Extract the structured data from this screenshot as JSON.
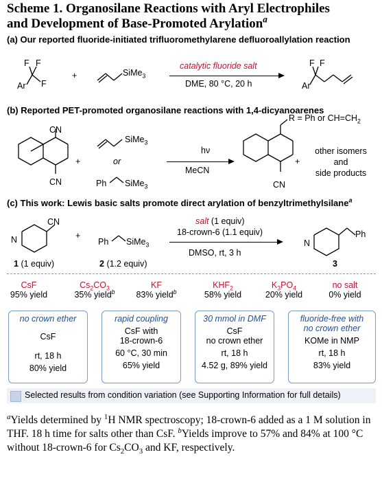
{
  "title": {
    "line1": "Scheme 1. Organosilane Reactions with Aryl Electrophiles",
    "line2_main": "and Development of Base-Promoted Arylation",
    "line2_sup": "a"
  },
  "section_a": {
    "heading": "(a) Our reported fluoride-initiated trifluoromethylarene defluoroallylation reaction",
    "reactant1": {
      "F1": "F",
      "F2": "F",
      "F3": "F",
      "Ar": "Ar"
    },
    "plus": "+",
    "reagent": "SiMe",
    "reagent_sub": "3",
    "arrow_top": "catalytic fluoride salt",
    "arrow_bottom": "DME, 80 °C, 20 h",
    "product": {
      "F1": "F",
      "F2": "F",
      "Ar": "Ar"
    }
  },
  "section_b": {
    "heading": "(b) Reported PET-promoted organosilane reactions with 1,4-dicyanoarenes",
    "cn_top": "CN",
    "cn_bottom": "CN",
    "plus1": "+",
    "allyl_silane": "SiMe",
    "allyl_silane_sub": "3",
    "or": "or",
    "benzyl_ph": "Ph",
    "benzyl_silane": "SiMe",
    "benzyl_silane_sub": "3",
    "arrow_top": "hν",
    "arrow_bottom": "MeCN",
    "r_label": "R = Ph or CH=CH",
    "r_label_sub": "2",
    "product_cn": "CN",
    "plus2": "+",
    "side": [
      "other isomers",
      "and",
      "side products"
    ]
  },
  "section_c": {
    "heading_main": "(c) This work: Lewis basic salts promote direct arylation of benzyltrimethylsilane",
    "heading_sup": "a",
    "reactant1": {
      "cn": "CN",
      "n": "N",
      "label": "1",
      "equiv": "(1 equiv)"
    },
    "plus": "+",
    "reactant2": {
      "ph": "Ph",
      "silane": "SiMe",
      "silane_sub": "3",
      "label": "2",
      "equiv": "(1.2 equiv)"
    },
    "arrow_top1_it": "salt",
    "arrow_top1_rest": " (1 equiv)",
    "arrow_top2": "18-crown-6 (1.1 equiv)",
    "arrow_bottom": "DMSO, rt, 3 h",
    "product": {
      "n": "N",
      "ph": "Ph",
      "label": "3"
    }
  },
  "salts": [
    {
      "name": "CsF",
      "yield": "95% yield",
      "sup": ""
    },
    {
      "name_main": "Cs",
      "name_sub": "2",
      "name_main2": "CO",
      "name_sub2": "3",
      "yield": "35% yield",
      "sup": "b"
    },
    {
      "name": "KF",
      "yield": "83% yield",
      "sup": "b"
    },
    {
      "name_main": "KHF",
      "name_sub": "2",
      "yield": "58% yield",
      "sup": ""
    },
    {
      "name_main": "K",
      "name_sub": "3",
      "name_main2": "PO",
      "name_sub2": "4",
      "yield": "20% yield",
      "sup": ""
    },
    {
      "name": "no salt",
      "yield": "0% yield",
      "sup": ""
    }
  ],
  "cards": [
    {
      "header": "no crown ether",
      "lines": [
        "CsF",
        "",
        "rt, 18 h",
        "80% yield"
      ]
    },
    {
      "header": "rapid coupling",
      "lines": [
        "CsF with",
        "18-crown-6",
        "60 °C, 30 min",
        "65% yield"
      ]
    },
    {
      "header": "30 mmol in DMF",
      "lines": [
        "CsF",
        "no crown ether",
        "rt, 18 h",
        "4.52 g, 89% yield"
      ]
    },
    {
      "header1": "fluoride-free with",
      "header2": "no crown ether",
      "lines": [
        "KOMe in NMP",
        "rt, 18 h",
        "83% yield"
      ]
    }
  ],
  "legend": "Selected results from condition variation (see Supporting Information for full details)",
  "footnote": {
    "a_sup": "a",
    "a_text1": "Yields determined by ",
    "h_sup": "1",
    "a_text2": "H NMR spectroscopy; 18-crown-6 added as a 1 M solution in THF. 18 h time for salts other than CsF. ",
    "b_sup": "b",
    "b_text1": "Yields improve to 57% and 84% at 100 °C without 18-crown-6 for Cs",
    "cs_sub": "2",
    "b_text2": "CO",
    "co_sub": "3",
    "b_text3": " and KF, respectively."
  },
  "colors": {
    "accent_red": "#c8102e",
    "card_border": "#7a9cc0",
    "card_header": "#1f4fa0"
  }
}
